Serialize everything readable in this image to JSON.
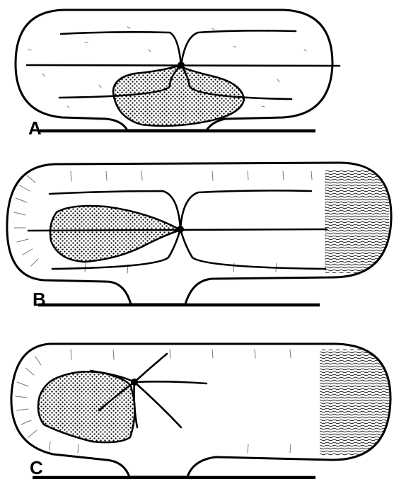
{
  "figure": {
    "panels": [
      {
        "id": "A",
        "label": "A"
      },
      {
        "id": "B",
        "label": "B"
      },
      {
        "id": "C",
        "label": "C"
      }
    ]
  },
  "colors": {
    "ink": "#000000",
    "background": "#ffffff"
  }
}
